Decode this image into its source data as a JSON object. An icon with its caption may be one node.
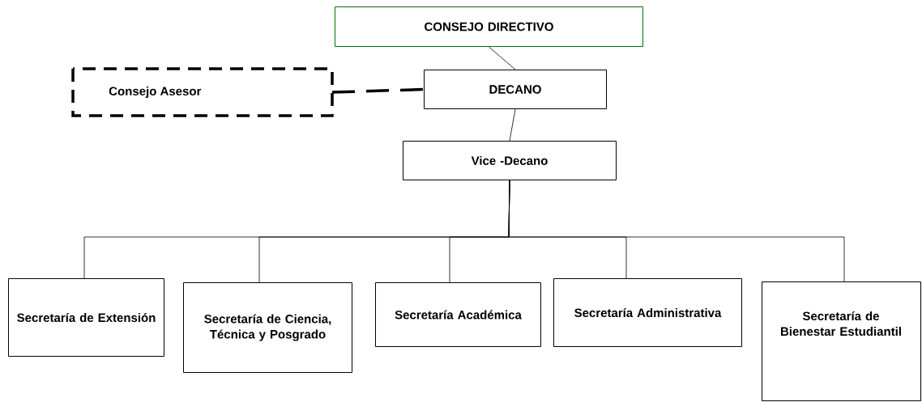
{
  "diagram": {
    "nodes": [
      {
        "text": [
          "CONSEJO DIRECTIVO"
        ]
      },
      {
        "text": [
          "Consejo Asesor"
        ]
      },
      {
        "text": [
          "DECANO"
        ]
      },
      {
        "text": [
          "Vice -Decano"
        ]
      },
      {
        "text": [
          "Secretaría de Extensión"
        ]
      },
      {
        "text": [
          "Secretaría de Ciencia, Técnica y Posgrado"
        ]
      },
      {
        "text": [
          "Secretaría Académica"
        ]
      },
      {
        "text": [
          "Secretaría Administrativa"
        ]
      },
      {
        "text": [
          "Secretaría de Bienestar Estudiantil"
        ]
      }
    ],
    "edges": [
      {
        "from": 0,
        "to": 2,
        "arrow": "none"
      },
      {
        "from": 1,
        "to": 2,
        "arrow": "none",
        "style": "dashed"
      },
      {
        "from": 2,
        "to": 3,
        "arrow": "none"
      },
      {
        "from": 3,
        "to": 4,
        "arrow": "none"
      },
      {
        "from": 3,
        "to": 5,
        "arrow": "none"
      },
      {
        "from": 3,
        "to": 6,
        "arrow": "none"
      },
      {
        "from": 3,
        "to": 7,
        "arrow": "none"
      },
      {
        "from": 3,
        "to": 8,
        "arrow": "none"
      }
    ]
  }
}
